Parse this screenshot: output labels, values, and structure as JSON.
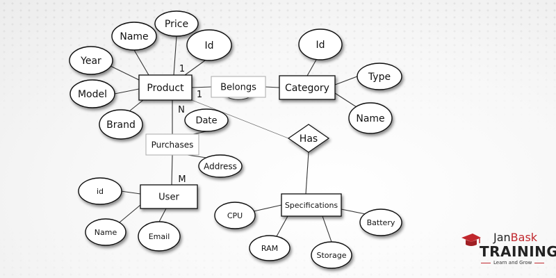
{
  "diagram": {
    "type": "ER diagram",
    "entities": [
      {
        "id": "product",
        "label": "Product"
      },
      {
        "id": "category",
        "label": "Category"
      },
      {
        "id": "user",
        "label": "User"
      },
      {
        "id": "specifications",
        "label": "Specifications"
      }
    ],
    "relationships": [
      {
        "id": "belongs",
        "label": "Belongs",
        "from": "product",
        "to": "category"
      },
      {
        "id": "purchases",
        "label": "Purchases",
        "from": "product",
        "to": "user"
      },
      {
        "id": "has",
        "label": "Has",
        "from": "product",
        "to": "specifications"
      }
    ],
    "attributes": [
      {
        "id": "product-price",
        "label": "Price",
        "of": "product"
      },
      {
        "id": "product-name",
        "label": "Name",
        "of": "product"
      },
      {
        "id": "product-id",
        "label": "Id",
        "of": "product"
      },
      {
        "id": "product-year",
        "label": "Year",
        "of": "product"
      },
      {
        "id": "product-model",
        "label": "Model",
        "of": "product"
      },
      {
        "id": "product-brand",
        "label": "Brand",
        "of": "product"
      },
      {
        "id": "category-id",
        "label": "Id",
        "of": "category"
      },
      {
        "id": "category-type",
        "label": "Type",
        "of": "category"
      },
      {
        "id": "category-name",
        "label": "Name",
        "of": "category"
      },
      {
        "id": "purchases-date",
        "label": "Date",
        "of": "purchases"
      },
      {
        "id": "purchases-address",
        "label": "Address",
        "of": "purchases"
      },
      {
        "id": "user-id",
        "label": "id",
        "of": "user"
      },
      {
        "id": "user-name",
        "label": "Name",
        "of": "user"
      },
      {
        "id": "user-email",
        "label": "Email",
        "of": "user"
      },
      {
        "id": "spec-cpu",
        "label": "CPU",
        "of": "specifications"
      },
      {
        "id": "spec-ram",
        "label": "RAM",
        "of": "specifications"
      },
      {
        "id": "spec-storage",
        "label": "Storage",
        "of": "specifications"
      },
      {
        "id": "spec-battery",
        "label": "Battery",
        "of": "specifications"
      }
    ],
    "cardinalities": [
      {
        "id": "card-product-top",
        "label": "1"
      },
      {
        "id": "card-product-belongs",
        "label": "1"
      },
      {
        "id": "card-product-purchases",
        "label": "N"
      },
      {
        "id": "card-user-purchases",
        "label": "M"
      }
    ]
  },
  "logo": {
    "brand_first": "Jan",
    "brand_second": "Bask",
    "brand_word": "TRAINING",
    "tagline": "Learn and Grow",
    "accent_color": "#c0272d"
  }
}
